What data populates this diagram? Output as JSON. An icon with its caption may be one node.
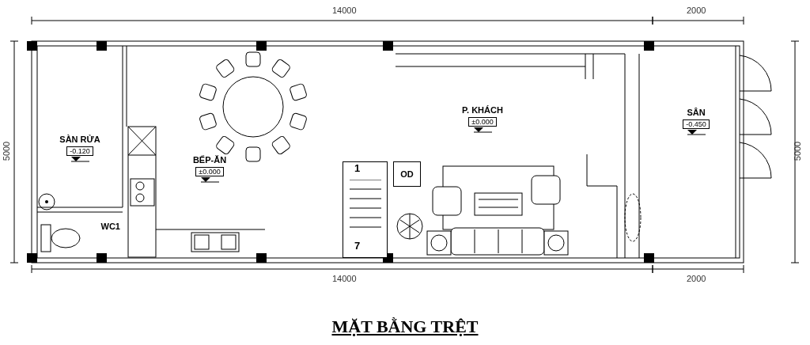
{
  "diagram": {
    "title": "MẶT BẰNG TRỆT",
    "nodes": [
      {
        "text": [
          "SÀN RỬA",
          "-0.120"
        ]
      },
      {
        "text": [
          "WC1"
        ]
      },
      {
        "text": [
          "BẾP-ĂN",
          "±0.000"
        ]
      },
      {
        "text": [
          "1",
          "7"
        ]
      },
      {
        "text": [
          "OD"
        ]
      },
      {
        "text": [
          "P. KHÁCH",
          "±0.000"
        ]
      },
      {
        "text": [
          "SÂN",
          "-0.450"
        ]
      }
    ],
    "labels": [
      "14000",
      "2000",
      "5000",
      "5000",
      "14000",
      "2000"
    ]
  }
}
